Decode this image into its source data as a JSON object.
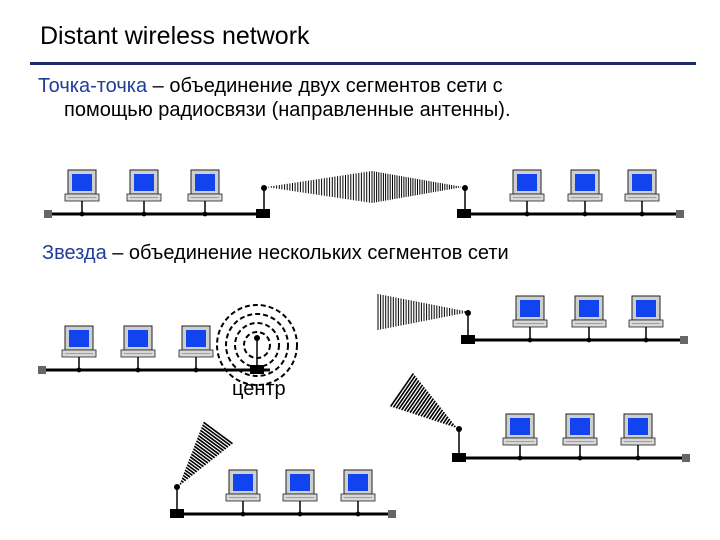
{
  "title": "Distant wireless network",
  "point_to_point": {
    "term": "Точка-точка",
    "text_line1": " – объединение двух сегментов сети с",
    "text_line2": "помощью радиосвязи (направленные антенны)."
  },
  "star": {
    "term": "Звезда",
    "text": " – объединение нескольких сегментов сети"
  },
  "center_label": "центр",
  "colors": {
    "screen": "#1144ee",
    "accent": "#1f3d99",
    "rule": "#1a2a6c"
  }
}
